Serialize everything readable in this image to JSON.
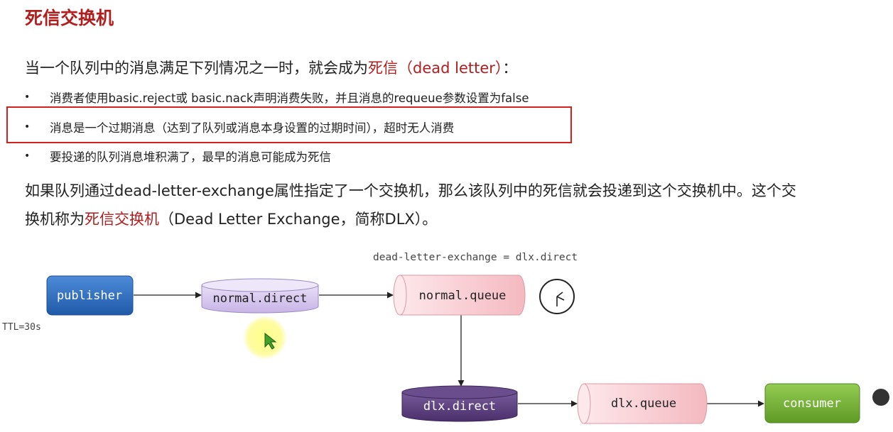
{
  "title": "死信交换机",
  "intro": {
    "before": "当一个队列中的消息满足下列情况之一时，就会成为",
    "highlight": "死信（dead letter）",
    "after": "："
  },
  "bullets": [
    "消费者使用basic.reject或 basic.nack声明消费失败，并且消息的requeue参数设置为false",
    "消息是一个过期消息（达到了队列或消息本身设置的过期时间），超时无人消费",
    "要投递的队列消息堆积满了，最早的消息可能成为死信"
  ],
  "paragraph": {
    "line1": "如果队列通过dead-letter-exchange属性指定了一个交换机，那么该队列中的死信就会投递到这个交换机中。这个交",
    "line2_before": "换机称为",
    "line2_highlight": "死信交换机",
    "line2_after": "（Dead Letter Exchange，简称DLX）。"
  },
  "diagram": {
    "annotation": "dead-letter-exchange = dlx.direct",
    "ttl": "TTL=30s",
    "nodes": {
      "publisher": "publisher",
      "normal_exchange": "normal.direct",
      "normal_queue": "normal.queue",
      "dlx_exchange": "dlx.direct",
      "dlx_queue": "dlx.queue",
      "consumer": "consumer"
    },
    "colors": {
      "publisher": "#2f6fc0",
      "normal_exchange": "#d9ccef",
      "queue": "#f8cfd4",
      "dlx_exchange": "#5c3f7f",
      "consumer": "#7cb83a",
      "accent": "#b01e1e"
    }
  }
}
